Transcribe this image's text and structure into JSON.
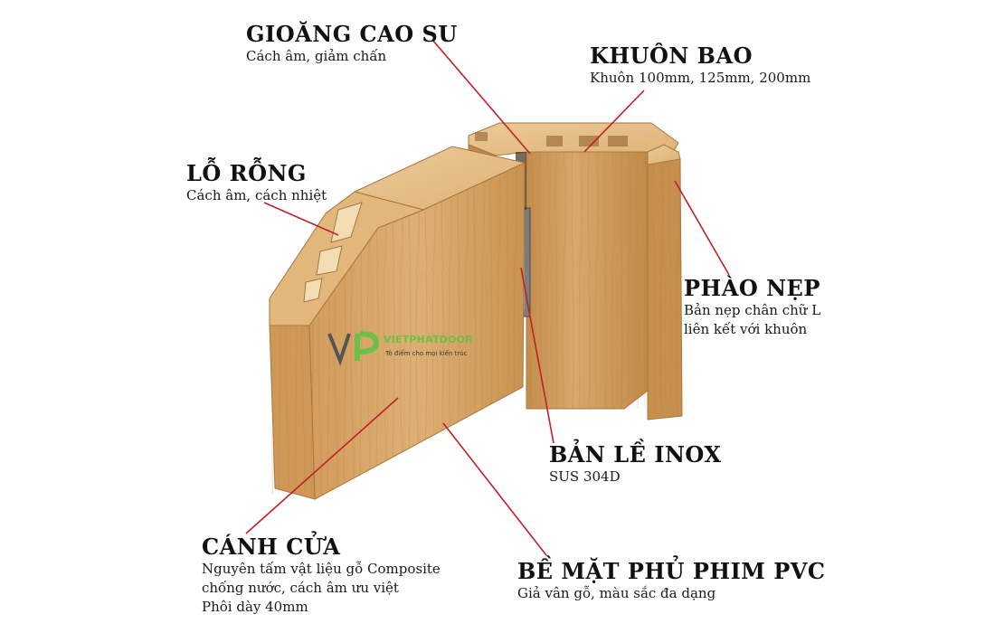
{
  "labels": {
    "gioang": {
      "title": "GIOĂNG CAO SU",
      "desc": "Cách âm, giảm chấn"
    },
    "khuon": {
      "title": "KHUÔN BAO",
      "desc": "Khuôn 100mm, 125mm, 200mm"
    },
    "lo_rong": {
      "title": "LỖ RỖNG",
      "desc": "Cách âm, cách nhiệt"
    },
    "phao_nep": {
      "title": "PHÀO NẸP",
      "desc1": "Bản nẹp chân chữ L",
      "desc2": "liên kết với khuôn"
    },
    "ban_le": {
      "title": "BẢN LỀ INOX",
      "desc": "SUS 304D"
    },
    "canh_cua": {
      "title": "CÁNH CỬA",
      "desc1": "Nguyên tấm vật liệu gỗ Composite",
      "desc2": "chống nước, cách âm ưu việt",
      "desc3": "Phôi dày 40mm"
    },
    "be_mat": {
      "title": "BỀ MẶT PHỦ PHIM PVC",
      "desc": "Giả vân gỗ, màu sắc đa dạng"
    }
  },
  "watermark": {
    "brand": "VIETPHATDOOR",
    "slogan": "Tô điểm cho mọi kiến trúc",
    "mark": "VP"
  },
  "colors": {
    "leader": "#c0202a",
    "wood": "#d6a768",
    "wood_dark": "#b98545",
    "wood_light": "#e7c28c",
    "brand_green": "#6cc04a"
  }
}
